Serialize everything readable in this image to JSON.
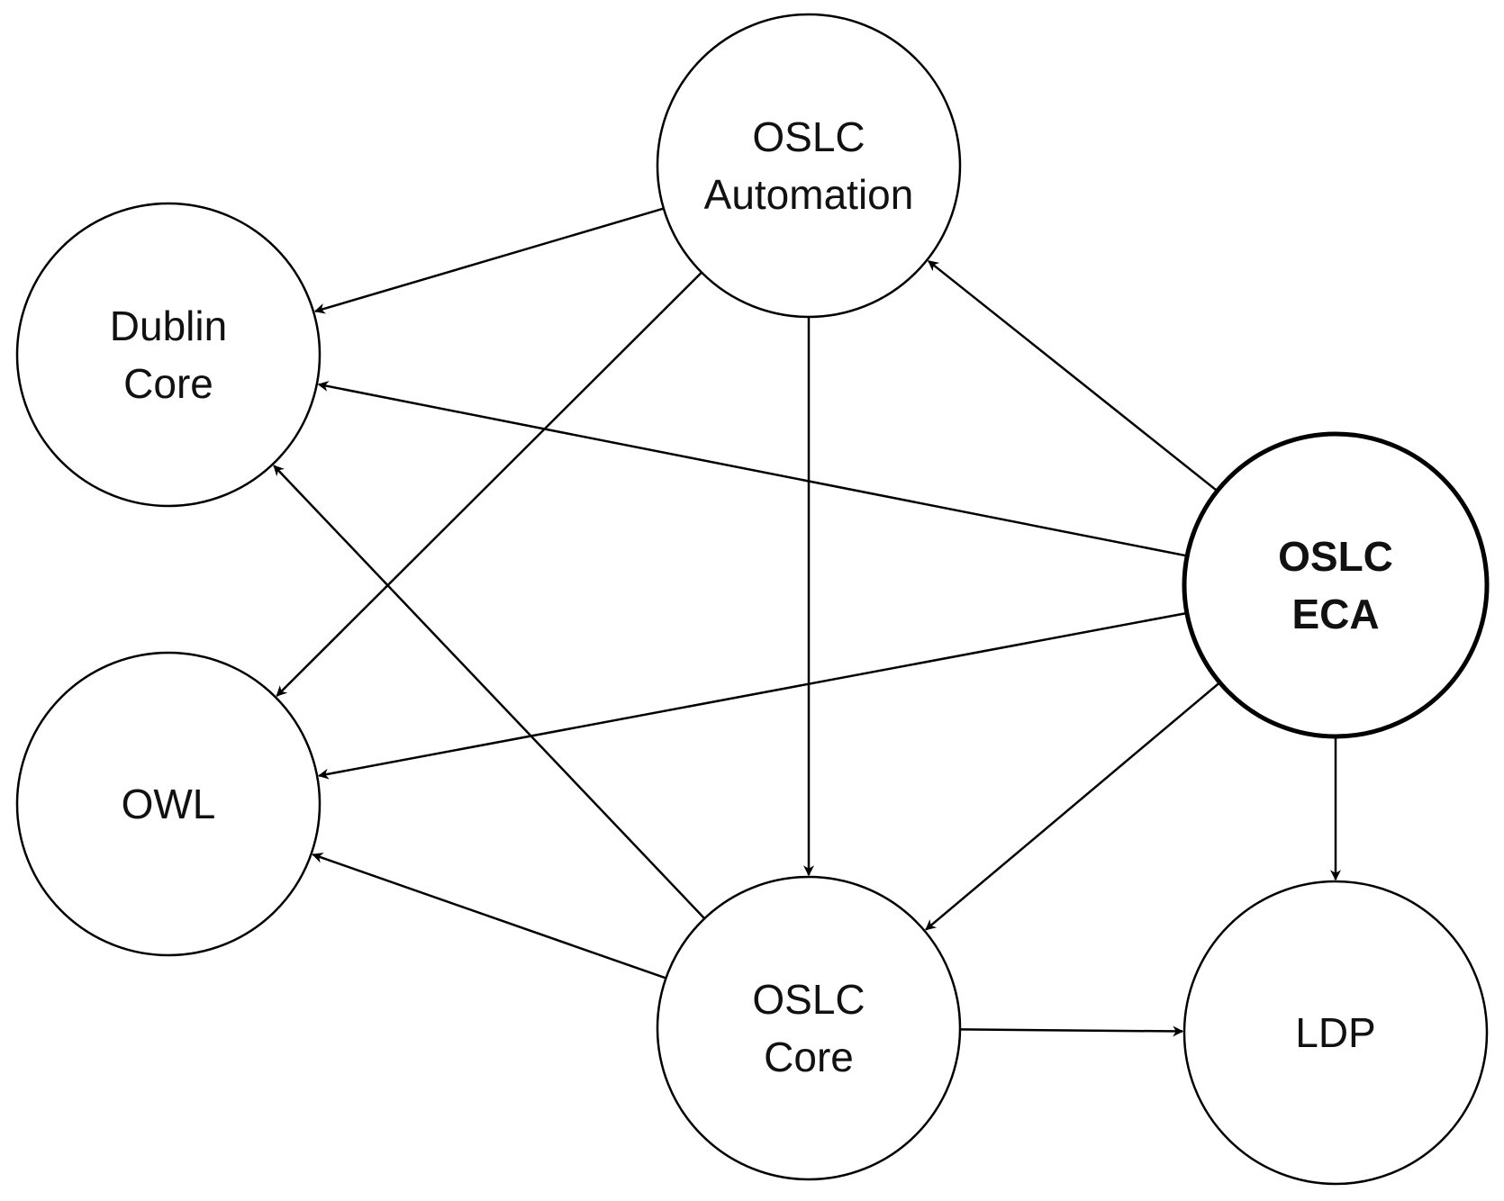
{
  "nodes": [
    {
      "id": "oslc-automation",
      "lines": [
        "OSLC",
        "Automation"
      ],
      "bold": false
    },
    {
      "id": "dublin-core",
      "lines": [
        "Dublin",
        "Core"
      ],
      "bold": false
    },
    {
      "id": "oslc-eca",
      "lines": [
        "OSLC",
        "ECA"
      ],
      "bold": true
    },
    {
      "id": "owl",
      "lines": [
        "OWL"
      ],
      "bold": false
    },
    {
      "id": "oslc-core",
      "lines": [
        "OSLC",
        "Core"
      ],
      "bold": false
    },
    {
      "id": "ldp",
      "lines": [
        "LDP"
      ],
      "bold": false
    }
  ],
  "edges": [
    {
      "from": "oslc-automation",
      "to": "dublin-core"
    },
    {
      "from": "oslc-automation",
      "to": "owl"
    },
    {
      "from": "oslc-automation",
      "to": "oslc-core"
    },
    {
      "from": "oslc-eca",
      "to": "oslc-automation"
    },
    {
      "from": "oslc-eca",
      "to": "dublin-core"
    },
    {
      "from": "oslc-eca",
      "to": "owl"
    },
    {
      "from": "oslc-eca",
      "to": "oslc-core"
    },
    {
      "from": "oslc-eca",
      "to": "ldp"
    },
    {
      "from": "oslc-core",
      "to": "dublin-core"
    },
    {
      "from": "oslc-core",
      "to": "owl"
    },
    {
      "from": "oslc-core",
      "to": "ldp"
    }
  ]
}
